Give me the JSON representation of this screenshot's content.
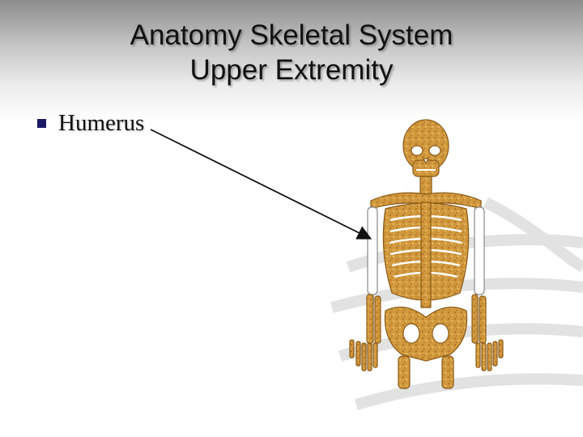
{
  "slide": {
    "title_line1": "Anatomy Skeletal System",
    "title_line2": "Upper Extremity",
    "bullets": [
      {
        "text": "Humerus"
      }
    ]
  },
  "colors": {
    "background_top": "#8c8c8c",
    "background_bottom": "#ffffff",
    "bullet_marker": "#1a1a66",
    "bone_fill": "#d29a3e",
    "bone_outline": "#8a5a18",
    "arrow": "#111111",
    "swirl": "#d7d7d7"
  },
  "icons": {
    "bullet": "square-bullet",
    "illustration": "skeleton-upper-body"
  }
}
